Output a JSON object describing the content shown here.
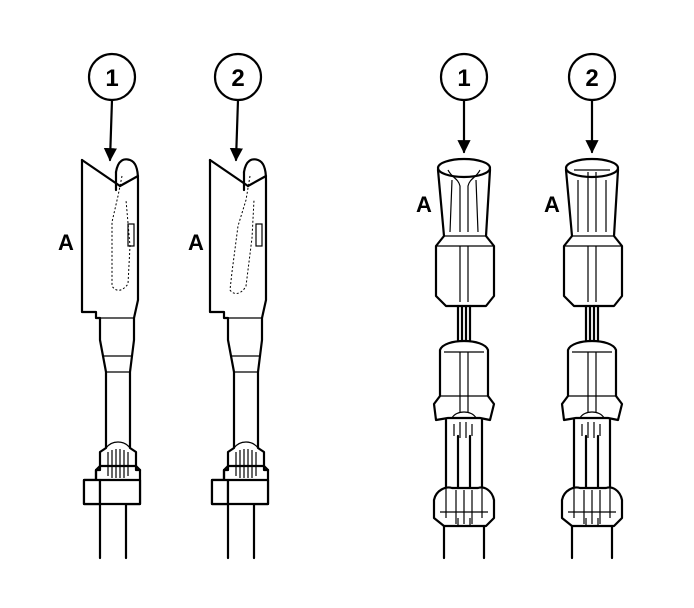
{
  "diagram": {
    "left_group": {
      "terminals": [
        {
          "callout": "1",
          "label": "A"
        },
        {
          "callout": "2",
          "label": "A"
        }
      ]
    },
    "right_group": {
      "terminals": [
        {
          "callout": "1",
          "label": "A"
        },
        {
          "callout": "2",
          "label": "A"
        }
      ]
    }
  }
}
